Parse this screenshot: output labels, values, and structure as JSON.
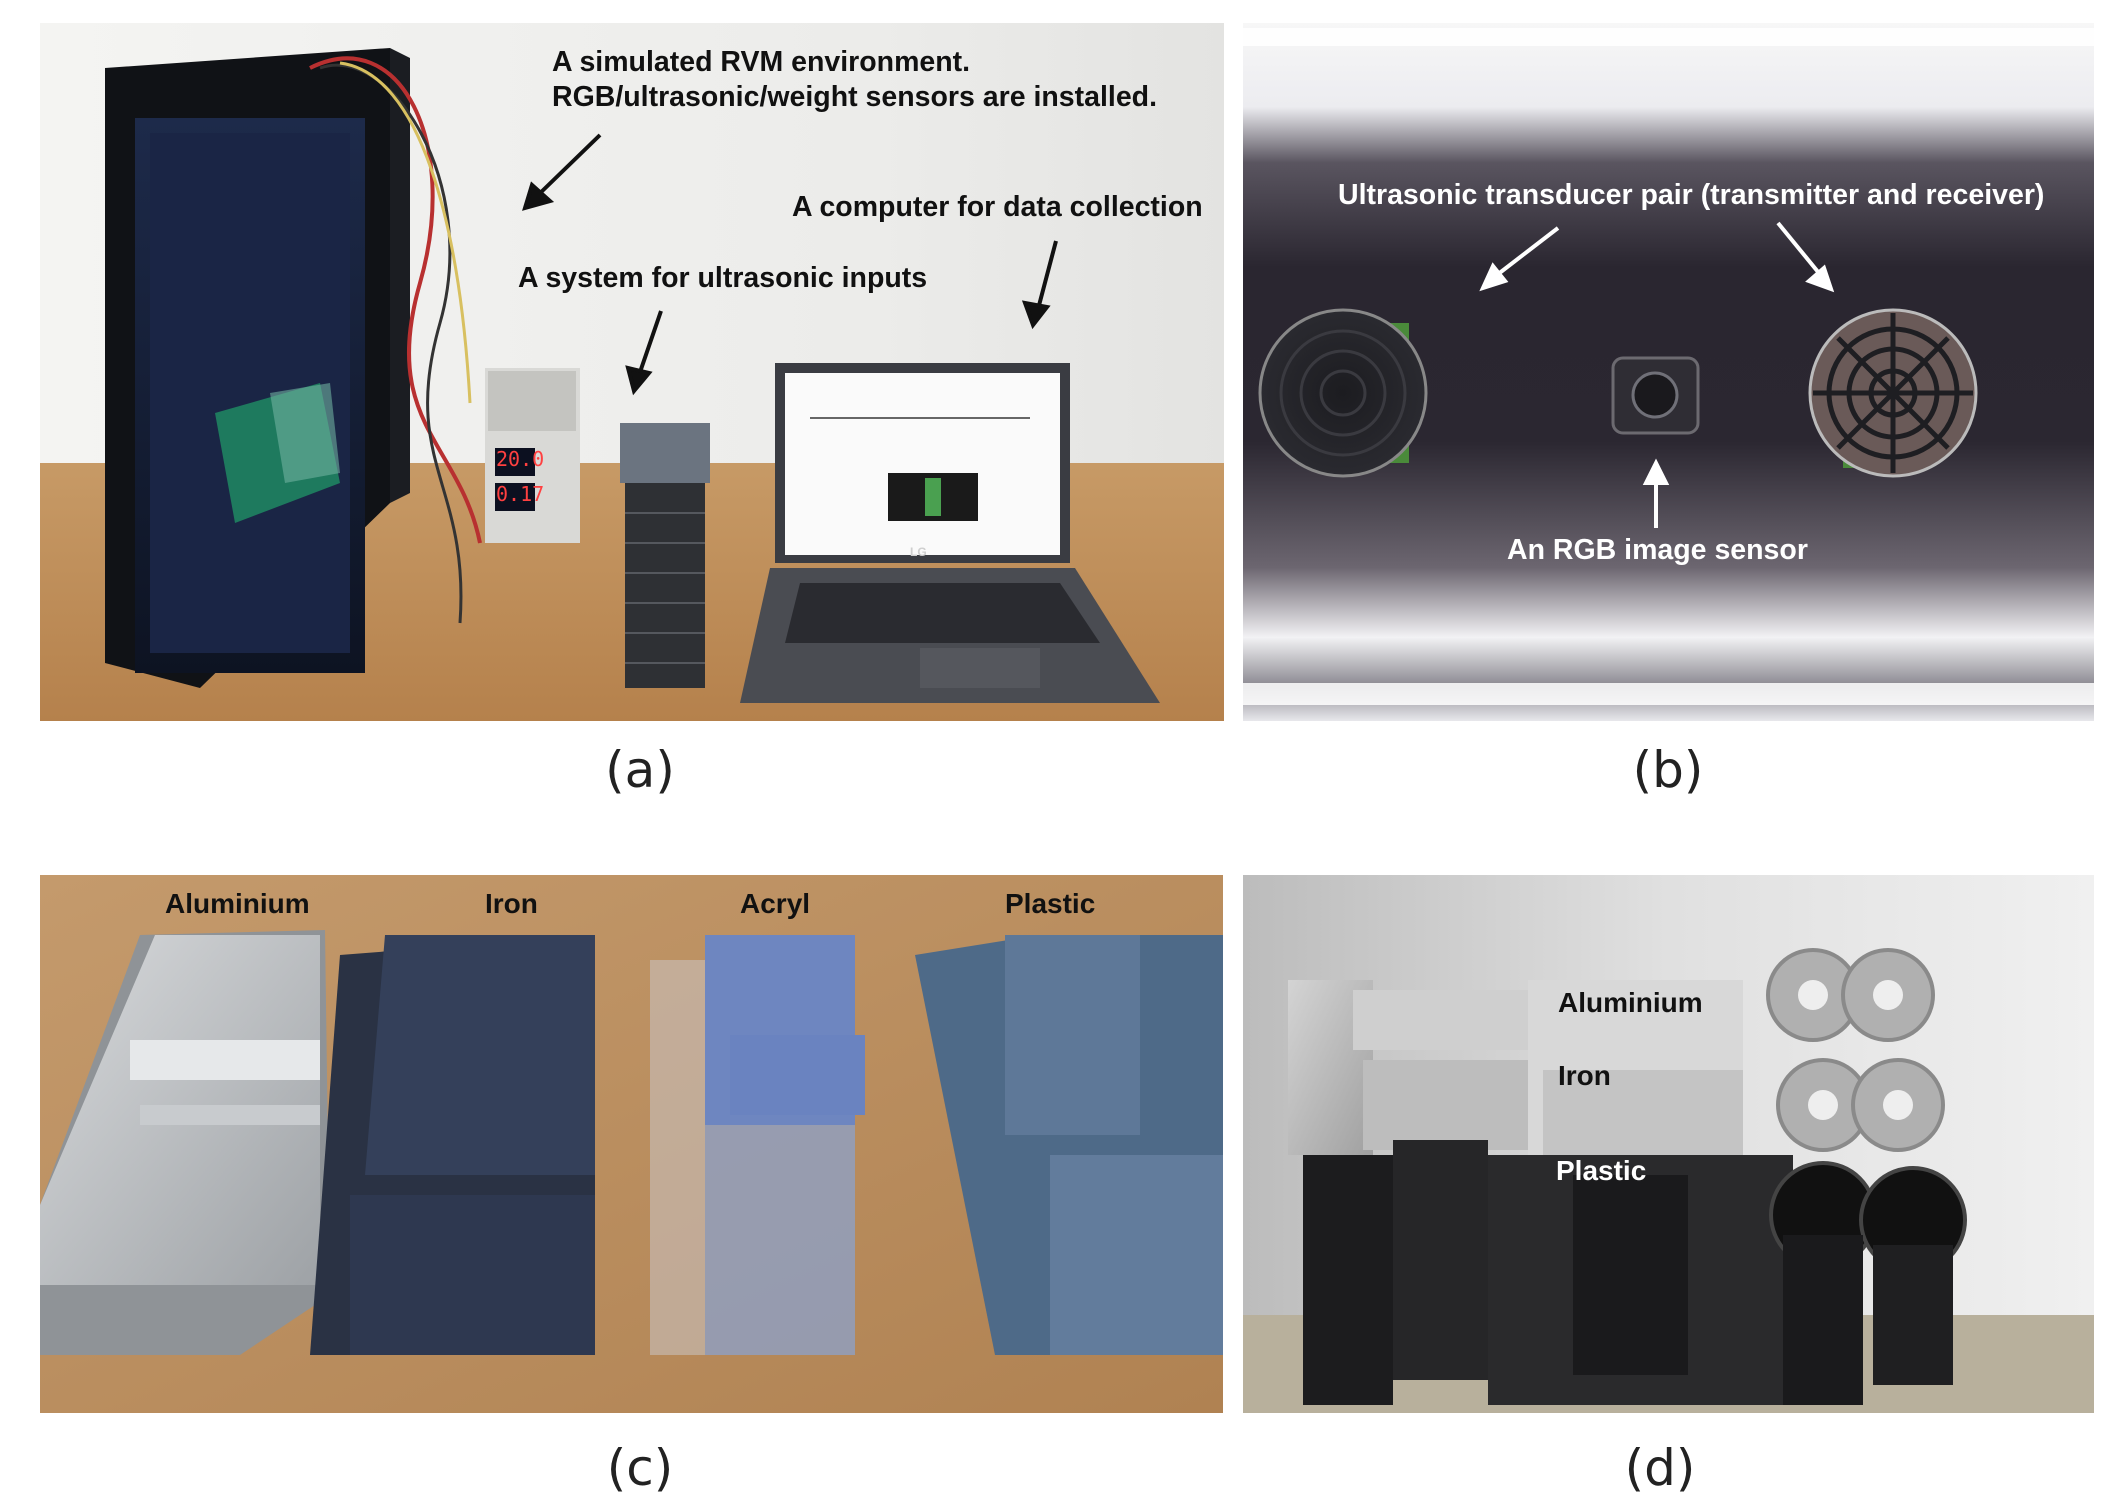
{
  "captions": {
    "a": "(a)",
    "b": "(b)",
    "c": "(c)",
    "d": "(d)"
  },
  "panel_a": {
    "rvm_line1": "A simulated RVM environment.",
    "rvm_line2": "RGB/ultrasonic/weight sensors are installed.",
    "ultrasonic_system": "A system for ultrasonic inputs",
    "computer": "A computer for data collection",
    "laptop_brand": "LG",
    "psu_readouts": [
      "20.0",
      "0.17"
    ]
  },
  "panel_b": {
    "transducer_label": "Ultrasonic transducer pair (transmitter and receiver)",
    "rgb_label": "An RGB image sensor"
  },
  "panel_c": {
    "labels": [
      "Aluminium",
      "Iron",
      "Acryl",
      "Plastic"
    ]
  },
  "panel_d": {
    "labels": [
      "Aluminium",
      "Iron",
      "Plastic"
    ]
  }
}
